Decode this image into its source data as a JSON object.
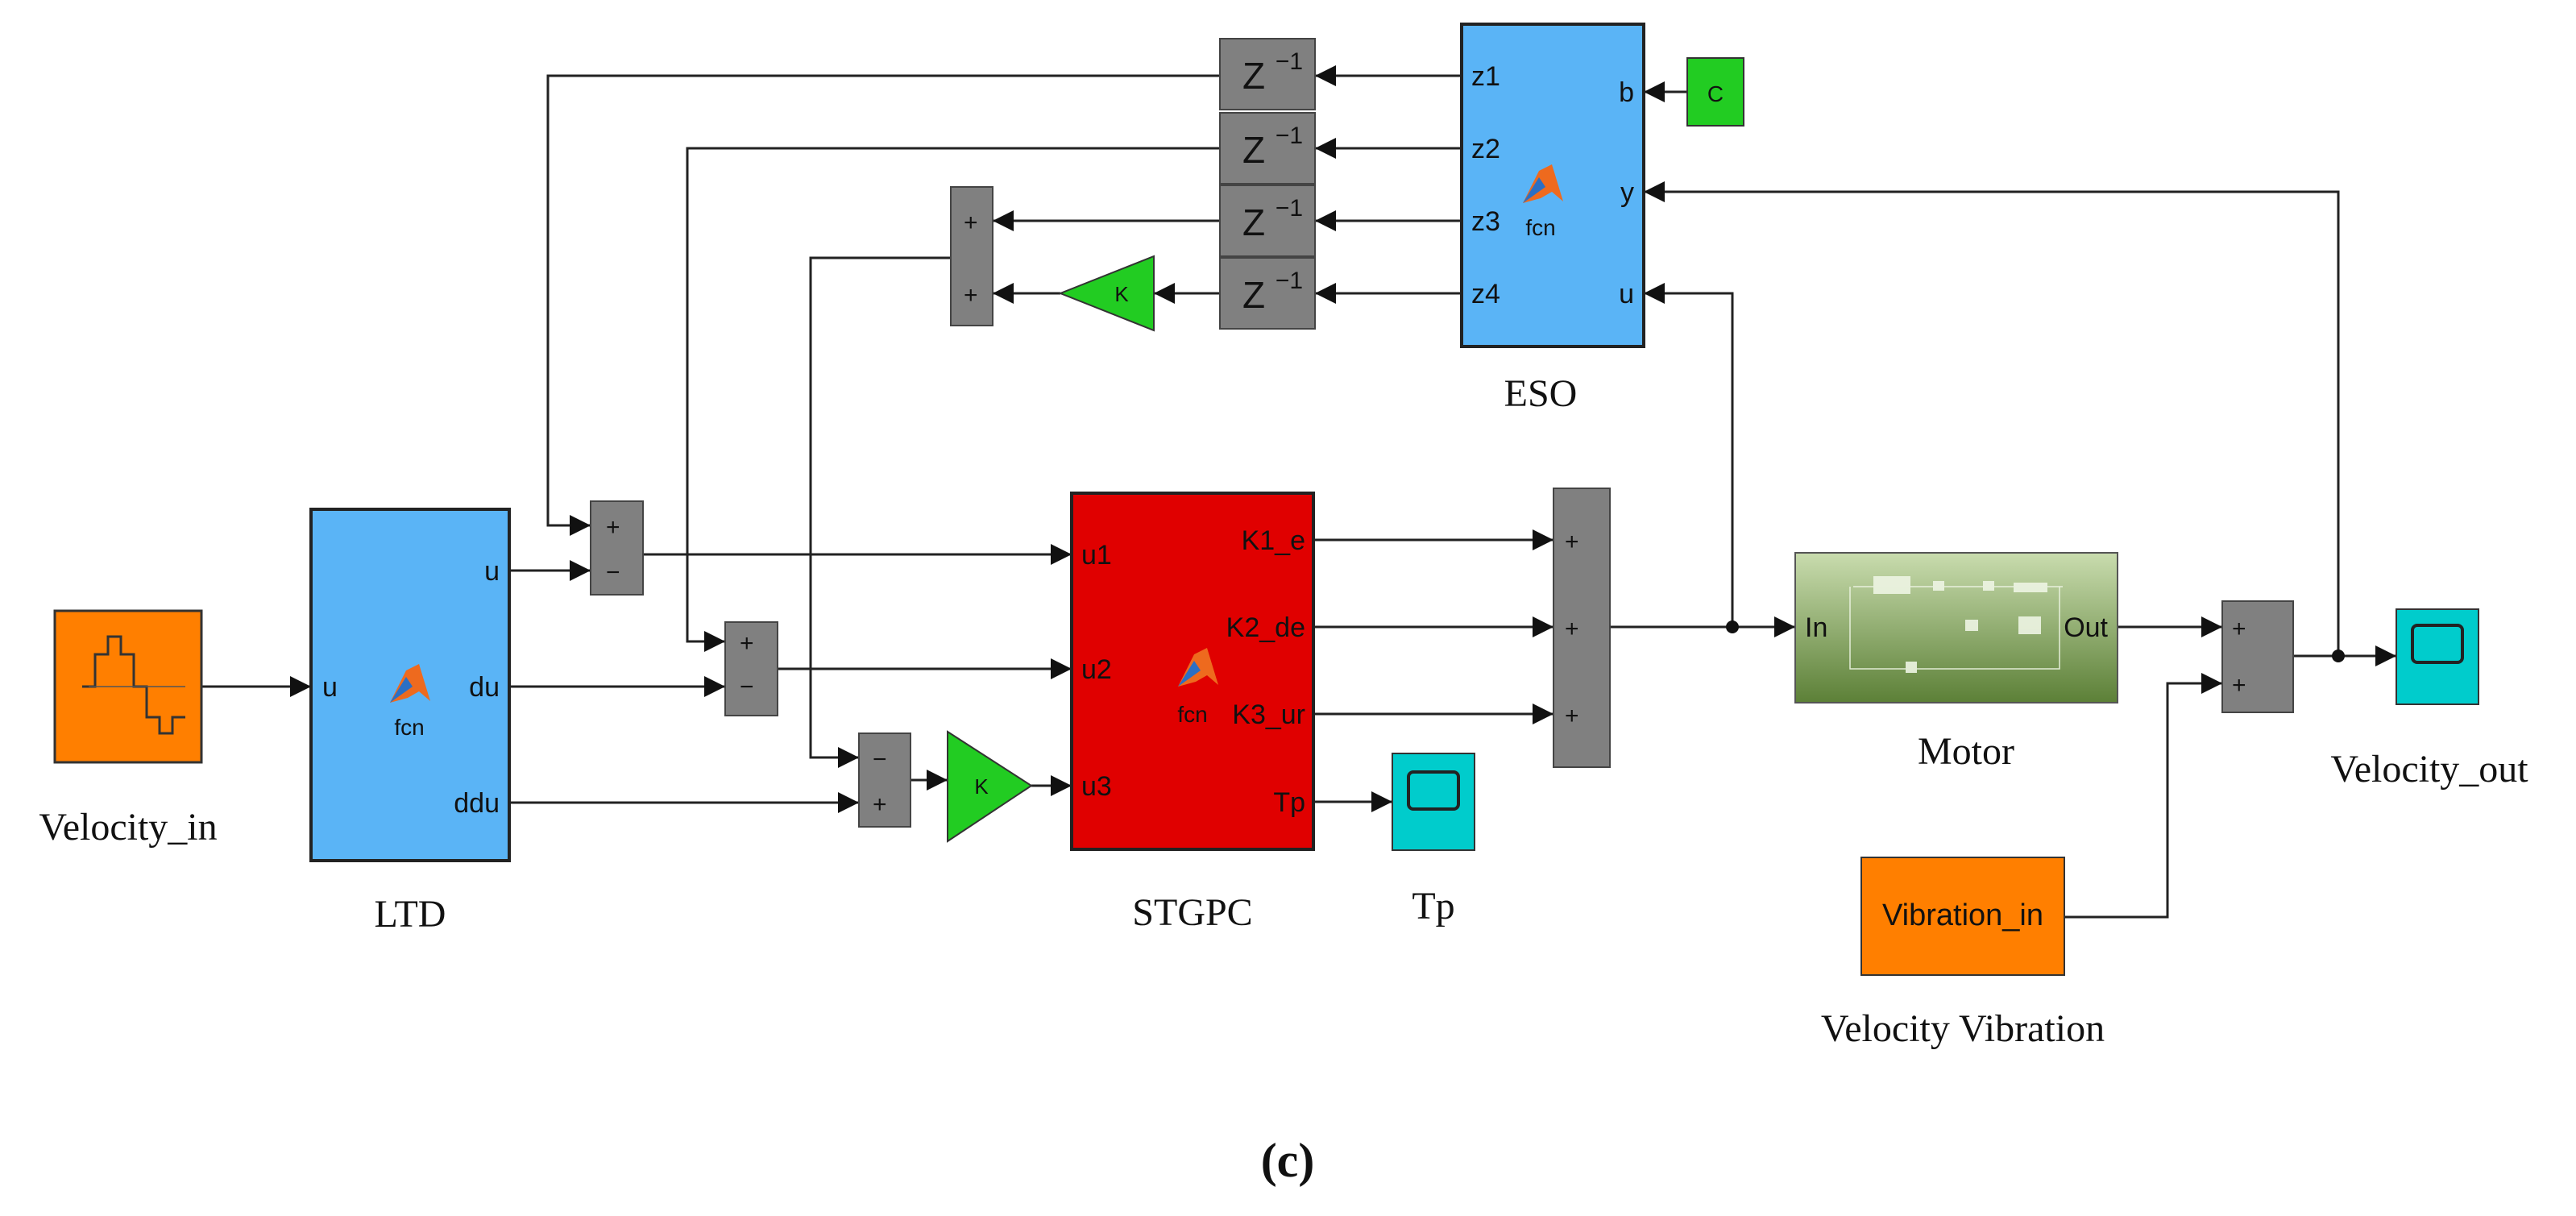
{
  "colors": {
    "source": "#ff7f00",
    "matlab_fcn": "#5ab4f6",
    "controller": "#e00000",
    "gain": "#22cc22",
    "sum": "#808080",
    "delay": "#808080",
    "scope": "#00cccc",
    "motor": "#8aaa60",
    "constant": "#22cc22"
  },
  "blocks": {
    "velocity_in": {
      "label": "Velocity_in"
    },
    "ltd": {
      "label": "LTD",
      "fcn": "fcn",
      "in_port": "u",
      "out_ports": [
        "u",
        "du",
        "ddu"
      ]
    },
    "eso": {
      "label": "ESO",
      "fcn": "fcn",
      "in_ports": [
        "b",
        "y",
        "u"
      ],
      "out_ports": [
        "z1",
        "z2",
        "z3",
        "z4"
      ]
    },
    "stgpc": {
      "label": "STGPC",
      "fcn": "fcn",
      "in_ports": [
        "u1",
        "u2",
        "u3"
      ],
      "out_ports": [
        "K1_e",
        "K2_de",
        "K3_ur",
        "Tp"
      ]
    },
    "motor": {
      "label": "Motor",
      "in_port": "In",
      "out_port": "Out"
    },
    "velocity_out": {
      "label": "Velocity_out"
    },
    "tp": {
      "label": "Tp"
    },
    "vibration": {
      "label": "Velocity Vibration",
      "text": "Vibration_in"
    },
    "constant": {
      "text": "C"
    },
    "gain_text": "K",
    "delay_text": "Z",
    "delay_exp": "−1",
    "sum_signs": {
      "plus": "+",
      "minus": "−"
    }
  },
  "caption": "(c)"
}
